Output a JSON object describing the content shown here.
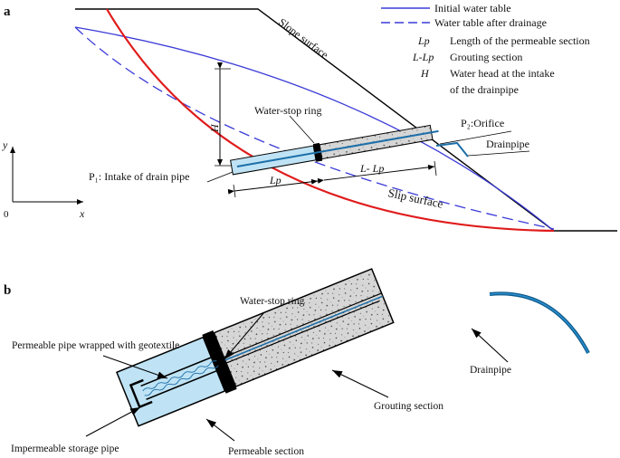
{
  "panel_a": {
    "label": "a",
    "slope_surface": "Slope surface",
    "slip_surface": "Slip surface",
    "water_stop_ring": "Water-stop ring",
    "orifice": "P₂:Orifice",
    "drainpipe": "Drainpipe",
    "intake": "P₁: Intake of drain pipe",
    "dim_lp": "Lp",
    "dim_l_minus_lp": "L- Lp",
    "dim_h": "H",
    "axis_y": "y",
    "axis_x": "x",
    "origin": "0",
    "legend": [
      {
        "symbol": "",
        "text": "Initial water table",
        "color": "#3b3bd8",
        "style": "solid"
      },
      {
        "symbol": "",
        "text": "Water table after drainage",
        "color": "#3b3bd8",
        "style": "dashed"
      },
      {
        "symbol": "Lp",
        "text": "Length of the permeable section"
      },
      {
        "symbol": "L-Lp",
        "text": "Grouting section"
      },
      {
        "symbol": "H",
        "text": "Water head at the intake"
      },
      {
        "symbol": "",
        "text": "of the drainpipe"
      }
    ]
  },
  "panel_b": {
    "label": "b",
    "water_stop_ring": "Water-stop ring",
    "permeable_pipe": "Permeable pipe wrapped with geotextile",
    "drainpipe": "Drainpipe",
    "grouting_section": "Grouting section",
    "storage_pipe": "Impermeable storage pipe",
    "permeable_section": "Permeable section"
  },
  "colors": {
    "water_table": "#3b3bd8",
    "slip_surface": "#e01b1b",
    "permeable_fill": "#bfe3f5",
    "grout_fill": "#d6d6d6",
    "drainpipe": "#1d6fa8"
  }
}
